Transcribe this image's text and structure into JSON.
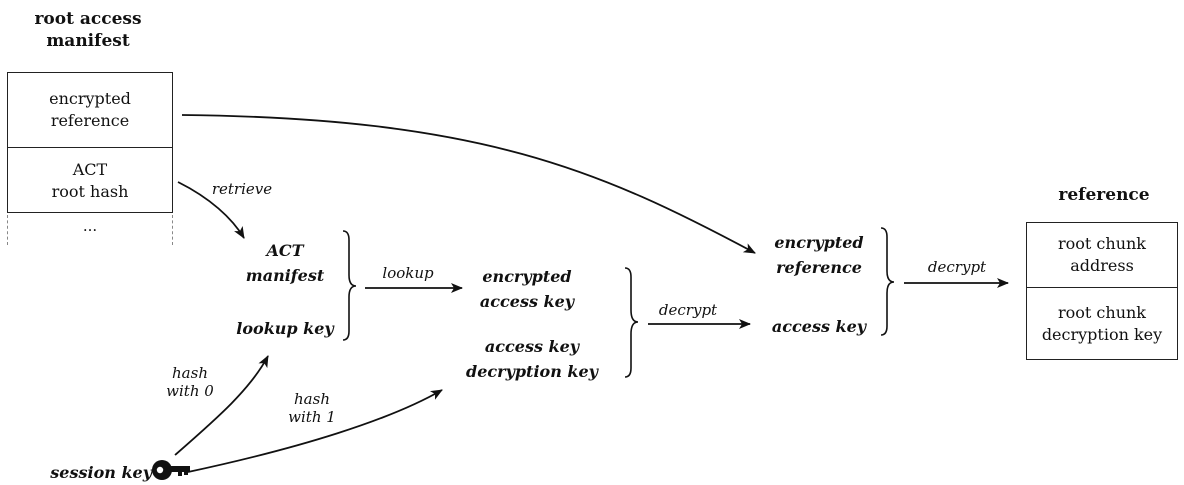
{
  "left_table": {
    "title": [
      "root access",
      "manifest"
    ],
    "rows": [
      [
        "encrypted",
        "reference"
      ],
      [
        "ACT",
        "root hash"
      ],
      [
        "..."
      ]
    ]
  },
  "right_table": {
    "title": "reference",
    "rows": [
      [
        "root chunk",
        "address"
      ],
      [
        "root chunk",
        "decryption key"
      ]
    ]
  },
  "nodes": {
    "act_manifest": [
      "ACT",
      "manifest"
    ],
    "lookup_key": "lookup key",
    "encrypted_access_key": [
      "encrypted",
      "access key"
    ],
    "access_key_decryption_key": [
      "access key",
      "decryption key"
    ],
    "encrypted_reference": [
      "encrypted",
      "reference"
    ],
    "access_key": "access key",
    "session_key": "session key"
  },
  "labels": {
    "retrieve": "retrieve",
    "lookup": "lookup",
    "decrypt_1": "decrypt",
    "decrypt_2": "decrypt",
    "hash_with_0": [
      "hash",
      "with 0"
    ],
    "hash_with_1": [
      "hash",
      "with 1"
    ]
  },
  "icons": {
    "session_key_icon": "key-icon"
  }
}
